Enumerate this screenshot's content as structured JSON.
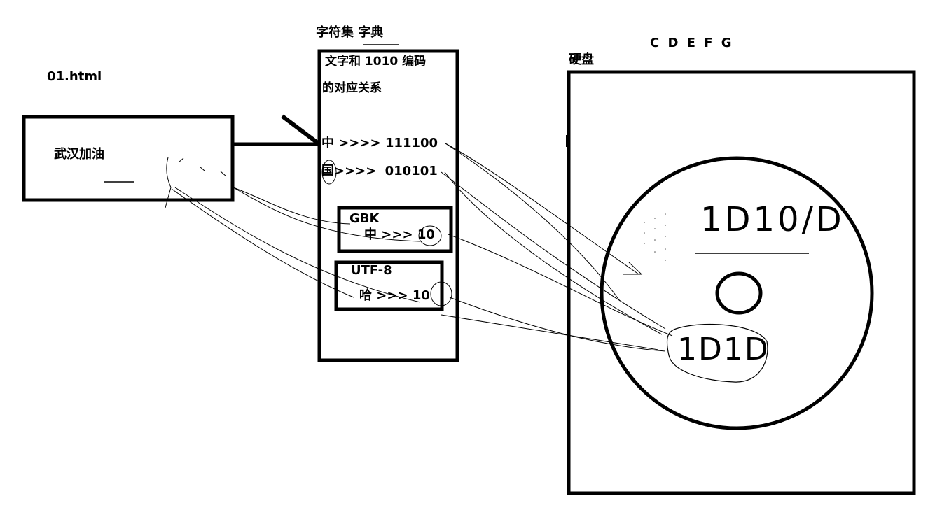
{
  "html_file": {
    "title": "01.html",
    "content": "武汉加油"
  },
  "charset": {
    "title_plain": "字符集",
    "title_underlined": "字典",
    "desc_line1": "文字和 1010 编码",
    "desc_line2": "的对应关系",
    "mappings": [
      {
        "char": "中",
        "arrow": ">>>>",
        "code": "111100"
      },
      {
        "char": "国",
        "arrow": ">>>>",
        "code": "010101"
      }
    ],
    "encodings": [
      {
        "name": "GBK",
        "char": "中",
        "arrow": ">>>",
        "code": "10"
      },
      {
        "name": "UTF-8",
        "char": "哈",
        "arrow": ">>>",
        "code": "10"
      }
    ]
  },
  "disk": {
    "drives": "C D E F G",
    "title": "硬盘",
    "top_bits": "1D10/D",
    "bottom_bits": "1D1D"
  },
  "colors": {
    "stroke": "#000000",
    "background": "#ffffff"
  }
}
